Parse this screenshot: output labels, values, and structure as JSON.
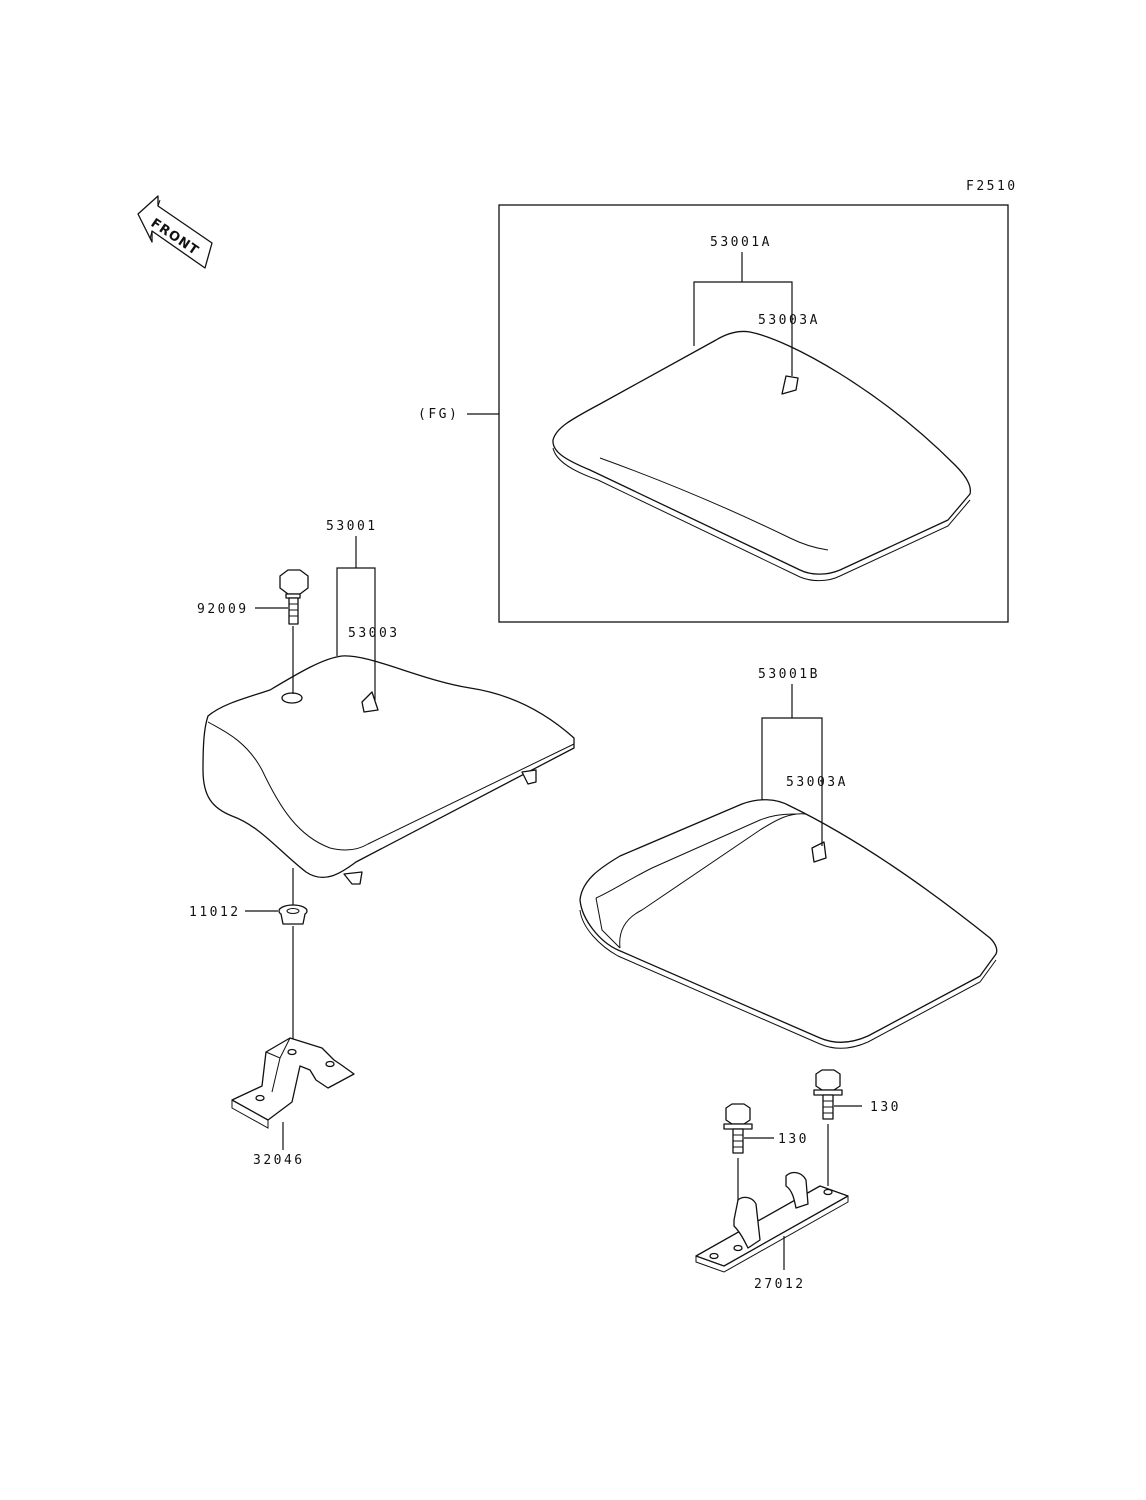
{
  "figure_code": "F2510",
  "front_label": "FRONT",
  "variant_label": "(FG)",
  "parts": {
    "seat_fg_assy": "53001A",
    "seat_fg_cover": "53003A",
    "seat_std_assy": "53001",
    "seat_std_cover": "53003",
    "seat_b_assy": "53001B",
    "seat_b_cover": "53003A",
    "bolt_seat": "92009",
    "grommet": "11012",
    "bracket_front": "32046",
    "bolt_bracket_upper": "130",
    "bolt_bracket_lower": "130",
    "bracket_rear": "27012"
  }
}
